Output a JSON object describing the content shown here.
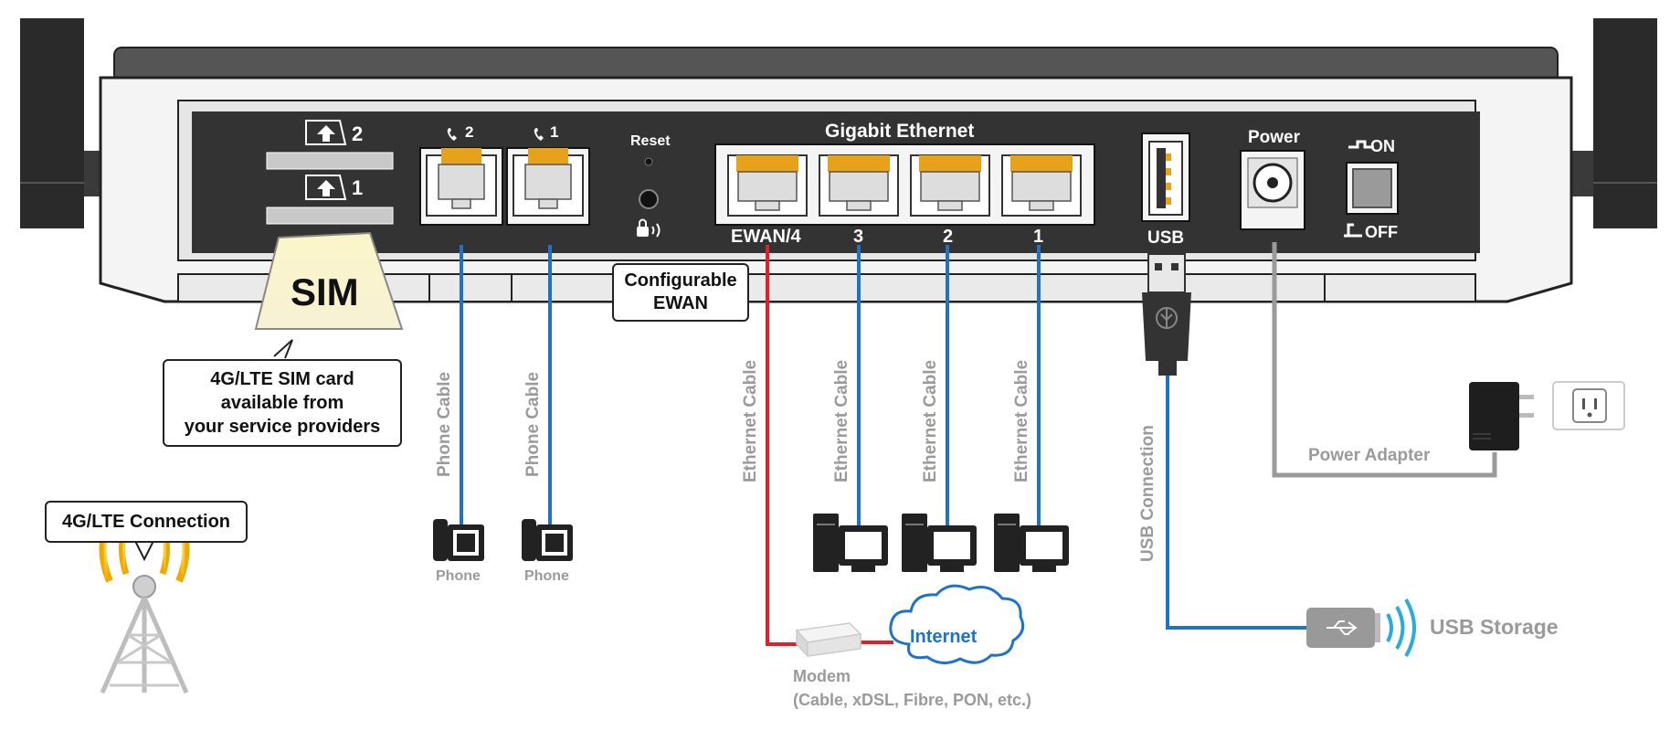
{
  "router": {
    "sim_slots": [
      "2",
      "1"
    ],
    "phone_ports": [
      "2",
      "1"
    ],
    "reset_label": "Reset",
    "ethernet_title": "Gigabit Ethernet",
    "ethernet_ports": [
      "EWAN/4",
      "3",
      "2",
      "1"
    ],
    "usb_label": "USB",
    "power_label": "Power",
    "switch_on": "ON",
    "switch_off": "OFF"
  },
  "sim": {
    "card_label": "SIM",
    "callout": [
      "4G/LTE SIM card",
      "available from",
      "your service providers"
    ]
  },
  "lte": {
    "callout": "4G/LTE Connection"
  },
  "ewan_callout": [
    "Configurable",
    "EWAN"
  ],
  "cables": {
    "phone": "Phone Cable",
    "ethernet": "Ethernet Cable",
    "usb": "USB Connection",
    "power": "Power Adapter"
  },
  "devices": {
    "phone": "Phone",
    "modem": "Modem",
    "modem_types": "(Cable, xDSL, Fibre, PON, etc.)",
    "internet": "Internet",
    "usb_storage": "USB Storage"
  },
  "colors": {
    "panel": "#333333",
    "body": "#f2f2f2",
    "phone_cable": "#1e73c8",
    "ethernet_cable": "#1e73c8",
    "wan_cable": "#e0202a",
    "power_cable": "#9a9a9a",
    "port_gold": "#e6a21a"
  }
}
